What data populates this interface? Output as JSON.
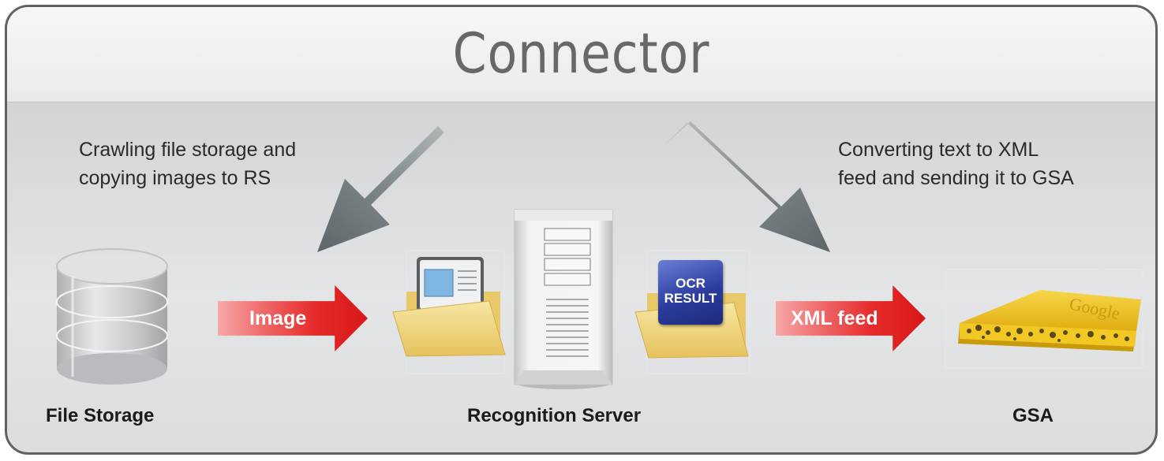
{
  "title": "Connector",
  "steps": {
    "crawl_line1": "Crawling file storage and",
    "crawl_line2": "copying images to RS",
    "convert_line1": "Converting text to XML",
    "convert_line2": "feed and sending it to GSA"
  },
  "flows": {
    "image": "Image",
    "xml_feed": "XML feed"
  },
  "nodes": {
    "file_storage": "File Storage",
    "recognition_server": "Recognition Server",
    "gsa": "GSA"
  },
  "badge": {
    "line1": "OCR",
    "line2": "RESULT"
  },
  "appliance": {
    "logo_text": "Google"
  },
  "colors": {
    "flow_arrow": "#e52a2a",
    "big_arrow": "#6e7679",
    "frame_border": "#5f6164",
    "folder": "#f2d77e",
    "appliance": "#f0c21c"
  }
}
